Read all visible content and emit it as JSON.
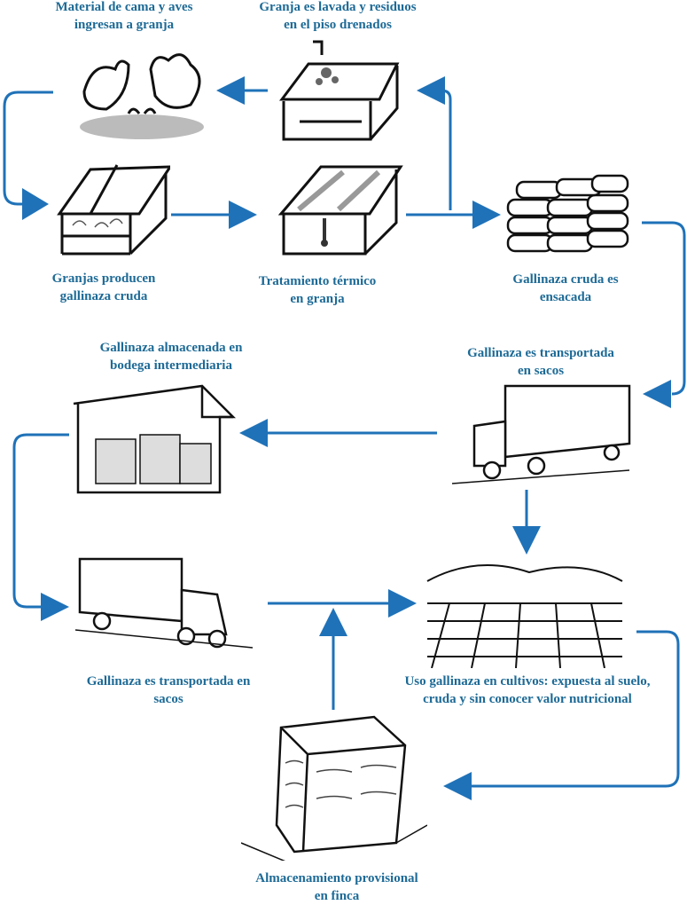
{
  "diagram": {
    "title": "",
    "accent_color": "#1f72b8",
    "label_color": "#1d6a96",
    "steps": [
      {
        "id": "cama",
        "line1": "Material de cama y aves",
        "line2": "ingresan a granja",
        "icon": "chickens-on-bedding-icon"
      },
      {
        "id": "lavada",
        "line1": "Granja es lavada y residuos",
        "line2": "en el piso drenados",
        "icon": "barn-washing-icon"
      },
      {
        "id": "producen",
        "line1": "Granjas producen",
        "line2": "gallinaza cruda",
        "icon": "poultry-barn-icon"
      },
      {
        "id": "termico",
        "line1": "Tratamiento térmico",
        "line2": "en granja",
        "icon": "barn-thermometer-icon"
      },
      {
        "id": "ensacada",
        "line1": "Gallinaza cruda es",
        "line2": "ensacada",
        "icon": "sack-stack-icon"
      },
      {
        "id": "transp1",
        "line1": "Gallinaza es transportada",
        "line2": "en sacos",
        "icon": "truck-icon"
      },
      {
        "id": "bodega",
        "line1": "Gallinaza almacenada en",
        "line2": "bodega intermediaria",
        "icon": "warehouse-icon"
      },
      {
        "id": "transp2",
        "line1": "Gallinaza es transportada en",
        "line2": "sacos",
        "icon": "truck-icon"
      },
      {
        "id": "cultivos",
        "line1": "Uso gallinaza en cultivos: expuesta al suelo,",
        "line2": "cruda y sin conocer valor nutricional",
        "icon": "crop-field-icon"
      },
      {
        "id": "finca",
        "line1": "Almacenamiento provisional",
        "line2": "en finca",
        "icon": "covered-pile-icon"
      }
    ]
  }
}
